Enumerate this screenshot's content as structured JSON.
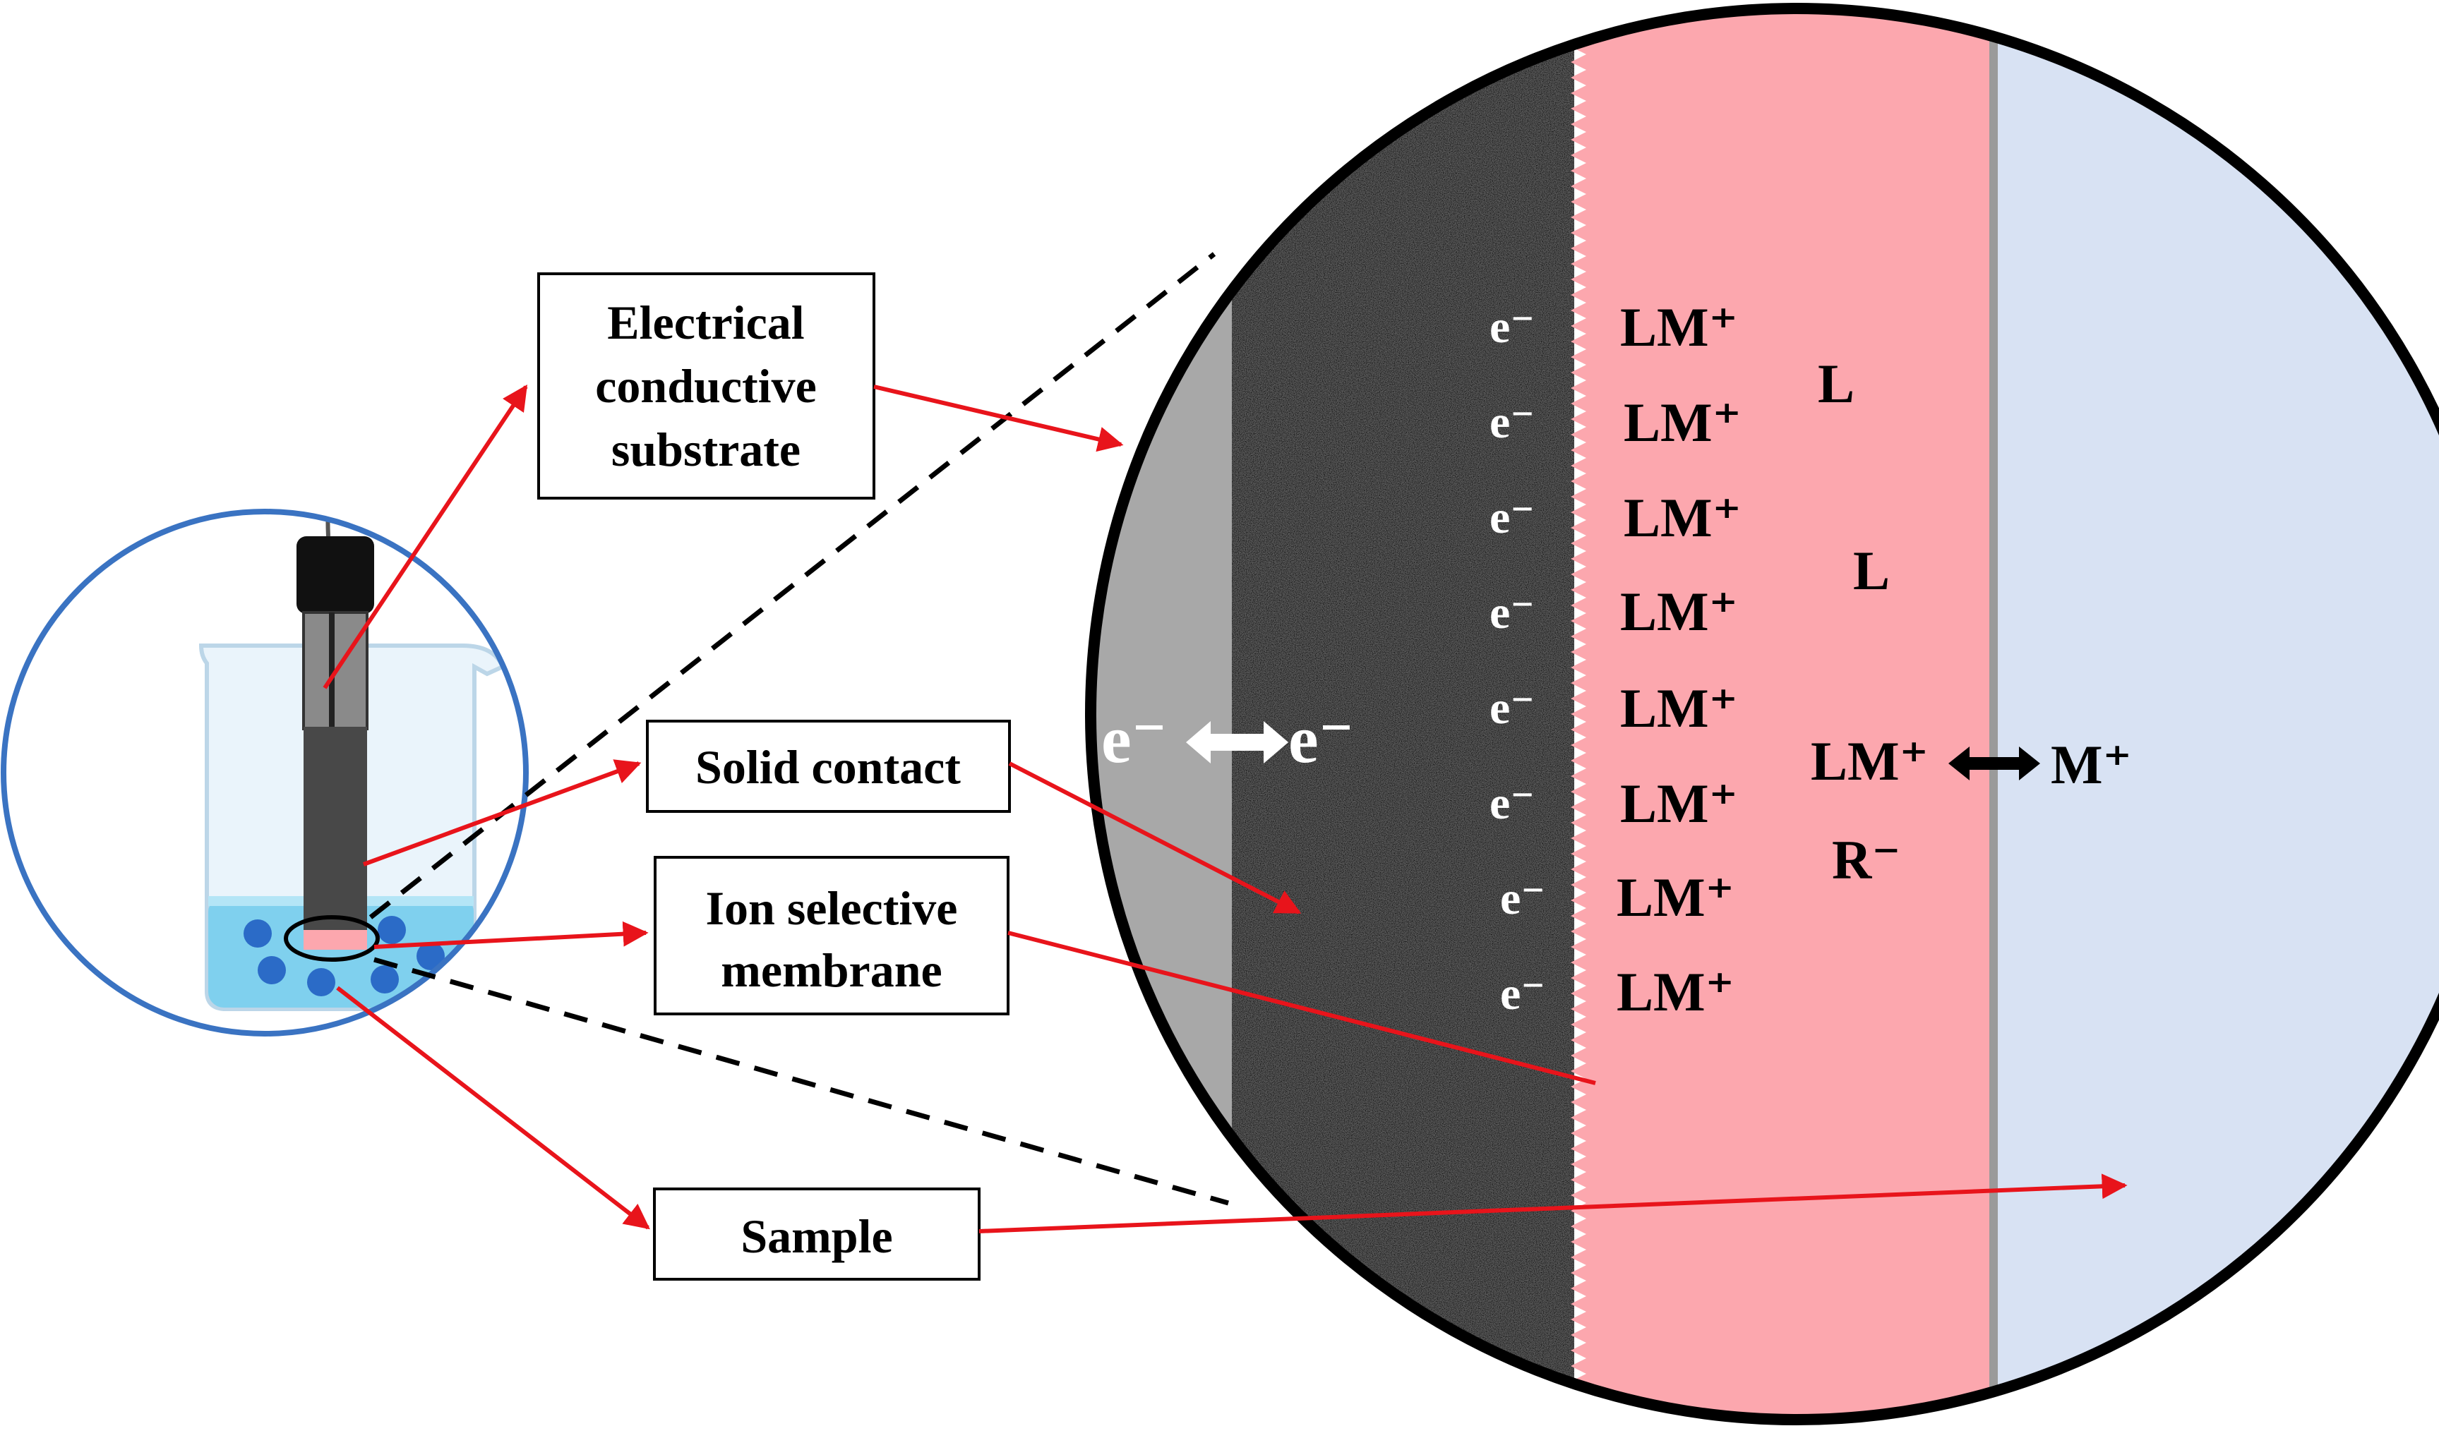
{
  "labels": {
    "substrate": [
      "Electrical",
      "conductive",
      "substrate"
    ],
    "solid_contact": [
      "Solid contact"
    ],
    "ism": [
      "Ion selective",
      "membrane"
    ],
    "sample": [
      "Sample"
    ]
  },
  "symbols": {
    "electron": "e⁻",
    "complex": "LM⁺",
    "ligand": "L",
    "anion": "R⁻",
    "ion": "M⁺"
  },
  "colors": {
    "arrow": "#e8141b",
    "circle_outline": "#3a73c2",
    "substrate": "#a8a8a8",
    "solid_contact": "#5a5a5a",
    "membrane": "#fca7ae",
    "sample": "#d8e2f3",
    "water": "#7fd0ee"
  }
}
